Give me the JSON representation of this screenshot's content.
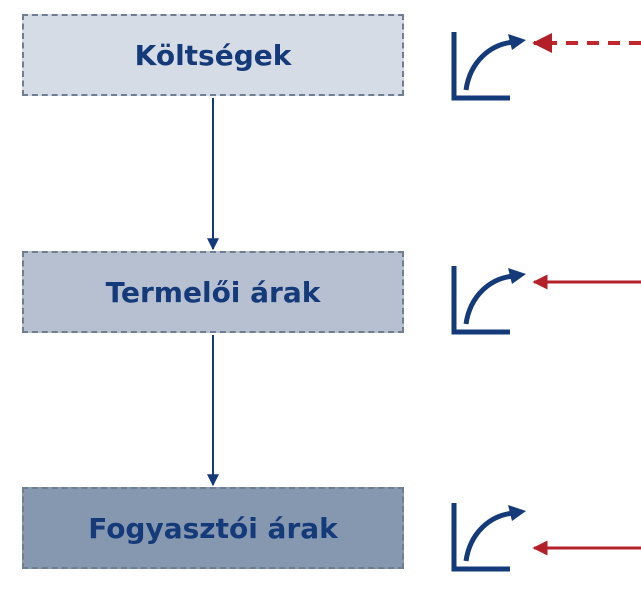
{
  "nodes": [
    {
      "id": "costs",
      "label": "Költségek"
    },
    {
      "id": "producer-prices",
      "label": "Termelői árak"
    },
    {
      "id": "consumer-prices",
      "label": "Fogyasztói árak"
    }
  ],
  "colors": {
    "box_level1": "#d6dce6",
    "box_level2": "#b6c0d0",
    "box_level3": "#8697b0",
    "box_border": "#6f7f91",
    "text": "#143a7a",
    "icon": "#143a7a",
    "input_arrow_dashed": "#c0282e",
    "input_arrow_solid": "#b3202a"
  },
  "icons": {
    "rising_curve": "rising-curve-chart-icon"
  }
}
